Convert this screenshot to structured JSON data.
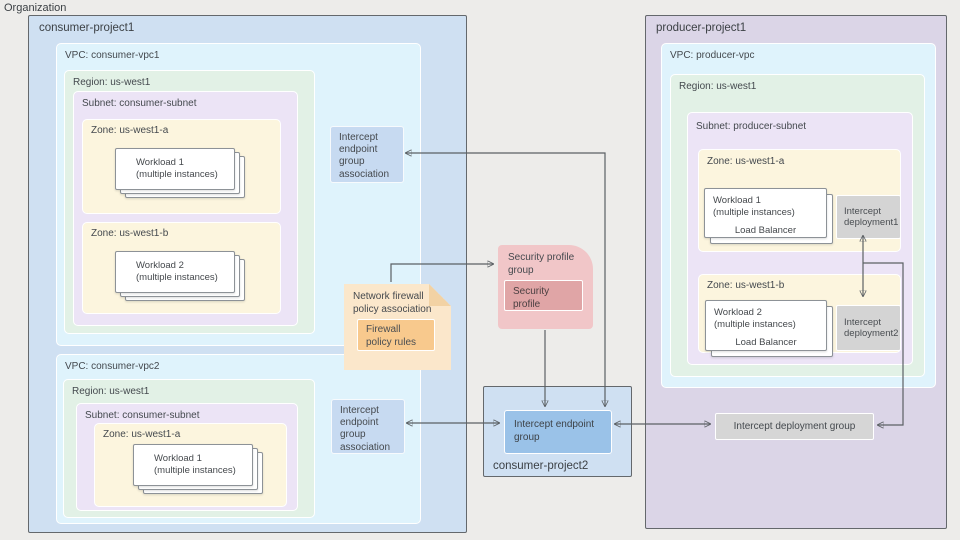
{
  "organization": {
    "label": "Organization"
  },
  "consumer_project1": {
    "title": "consumer-project1",
    "vpc1": {
      "label": "VPC: consumer-vpc1",
      "region": {
        "label": "Region: us-west1"
      },
      "subnet": {
        "label": "Subnet: consumer-subnet"
      },
      "zone_a": {
        "label": "Zone: us-west1-a",
        "workload": {
          "line1": "Workload 1",
          "line2": "(multiple instances)"
        }
      },
      "zone_b": {
        "label": "Zone: us-west1-b",
        "workload": {
          "line1": "Workload 2",
          "line2": "(multiple instances)"
        }
      },
      "endpoint_group_association": "Intercept endpoint group association"
    },
    "vpc2": {
      "label": "VPC: consumer-vpc2",
      "region": {
        "label": "Region: us-west1"
      },
      "subnet": {
        "label": "Subnet: consumer-subnet"
      },
      "zone_a": {
        "label": "Zone: us-west1-a",
        "workload": {
          "line1": "Workload 1",
          "line2": "(multiple instances)"
        }
      },
      "endpoint_group_association": "Intercept endpoint group association"
    },
    "firewall_policy_association": {
      "label": "Network firewall policy association",
      "rules_label": "Firewall policy rules"
    }
  },
  "security_profile_group": {
    "label": "Security profile group",
    "profile_label": "Security profile"
  },
  "consumer_project2": {
    "title": "consumer-project2",
    "endpoint_group_label": "Intercept endpoint group"
  },
  "producer_project1": {
    "title": "producer-project1",
    "vpc": {
      "label": "VPC: producer-vpc",
      "region": {
        "label": "Region: us-west1"
      },
      "subnet": {
        "label": "Subnet: producer-subnet"
      },
      "zone_a": {
        "label": "Zone: us-west1-a",
        "workload": {
          "line1": "Workload 1",
          "line2": "(multiple instances)",
          "line3": "Load Balancer"
        },
        "deployment_label": "Intercept deployment1"
      },
      "zone_b": {
        "label": "Zone: us-west1-b",
        "workload": {
          "line1": "Workload 2",
          "line2": "(multiple instances)",
          "line3": "Load Balancer"
        },
        "deployment_label": "Intercept deployment2"
      }
    },
    "deployment_group_label": "Intercept deployment group"
  },
  "connections": [
    {
      "from": "intercept-endpoint-group",
      "to": "intercept-endpoint-group-association-vpc1",
      "style": "double-arrow"
    },
    {
      "from": "network-firewall-policy-association",
      "to": "security-profile-group",
      "style": "arrow"
    },
    {
      "from": "security-profile-group",
      "to": "intercept-endpoint-group",
      "style": "arrow"
    },
    {
      "from": "intercept-endpoint-group",
      "to": "intercept-endpoint-group-association-vpc2",
      "style": "double-arrow"
    },
    {
      "from": "intercept-endpoint-group",
      "to": "intercept-deployment-group",
      "style": "double-arrow"
    },
    {
      "from": "intercept-deployment1",
      "to": "intercept-deployment2",
      "style": "double-arrow"
    },
    {
      "from": "intercept-deployment-chain",
      "to": "intercept-deployment-group",
      "style": "arrow"
    }
  ],
  "colors": {
    "page_bg": "#edecea",
    "project_blue": "#cfe0f2",
    "project_purple": "#dbd5e7",
    "vpc": "#dff3fc",
    "region": "#e2f1e6",
    "subnet": "#ece4f6",
    "zone": "#fcf5de",
    "assoc_blue": "#c7daf1",
    "endpoint_group_blue": "#9ac2e8",
    "firewall_note": "#fbe7cb",
    "firewall_rules": "#f8c98d",
    "security_group_pink": "#f1c6c8",
    "security_profile": "#e0a5a6",
    "deployment_gray": "#d4d4d4",
    "arrow": "#5b6064"
  }
}
